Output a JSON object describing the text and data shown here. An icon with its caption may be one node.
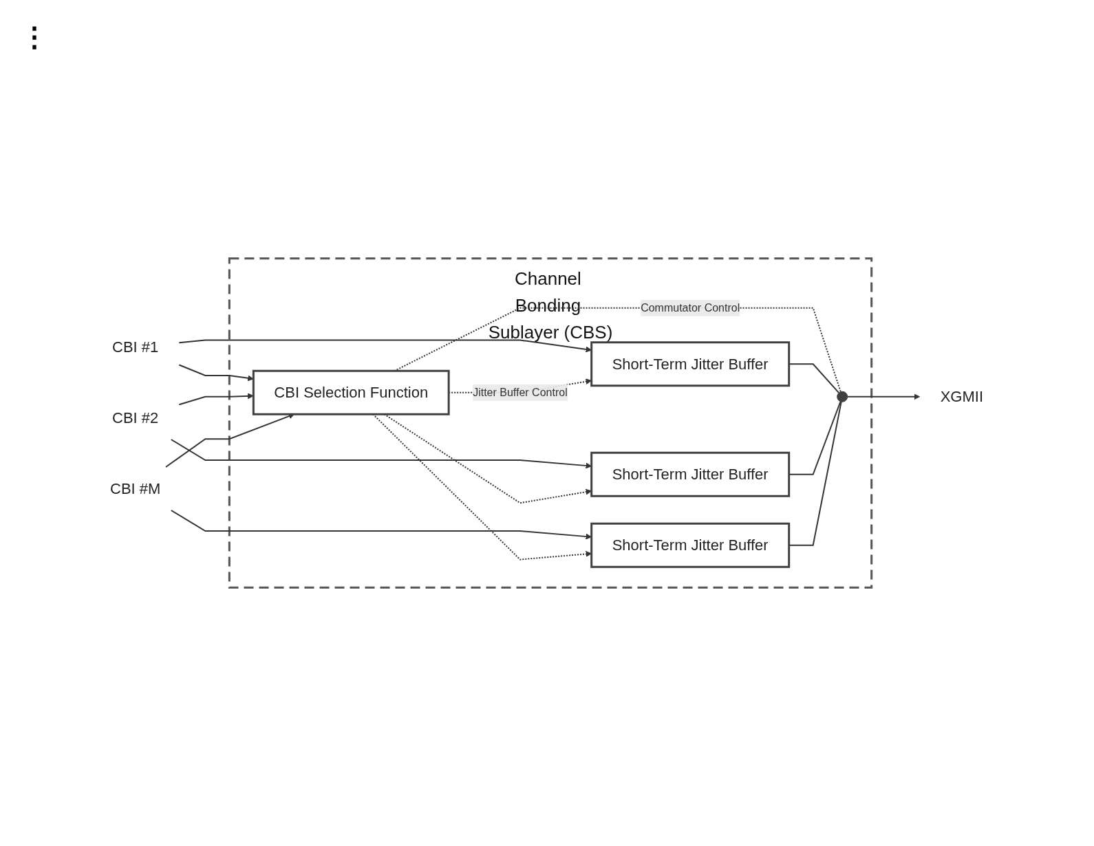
{
  "diagram": {
    "nodes": [
      {
        "text": [
          "Channel Bonding Sublayer (CBS)"
        ]
      },
      {
        "text": [
          "CBI Selection Function"
        ],
        "in": 0
      },
      {
        "text": [
          "Short-Term Jitter Buffer"
        ],
        "in": 0
      },
      {
        "text": [
          "Short-Term Jitter Buffer"
        ],
        "in": 0
      },
      {
        "text": [
          "Short-Term Jitter Buffer"
        ],
        "in": 0
      },
      {
        "text": [],
        "shape": "switch",
        "in": 0
      },
      {
        "text": [
          "CBI #1"
        ]
      },
      {
        "text": [
          "CBI #2"
        ]
      },
      {
        "text": [
          "CBI #M"
        ]
      },
      {
        "text": [
          "XGMII"
        ]
      }
    ],
    "edges": [
      {
        "from": 6,
        "to": 1,
        "arrow": "to"
      },
      {
        "from": 6,
        "to": 2,
        "arrow": "to"
      },
      {
        "from": 7,
        "to": 1,
        "arrow": "to"
      },
      {
        "from": 7,
        "to": 3,
        "arrow": "to"
      },
      {
        "from": 8,
        "to": 1,
        "arrow": "to"
      },
      {
        "from": 8,
        "to": 4,
        "arrow": "to"
      },
      {
        "from": 1,
        "to": 2,
        "arrow": "to",
        "style": "dashed",
        "label": "Jitter Buffer Control"
      },
      {
        "from": 1,
        "to": 3,
        "arrow": "to",
        "style": "dashed"
      },
      {
        "from": 1,
        "to": 4,
        "arrow": "to",
        "style": "dashed"
      },
      {
        "from": 1,
        "to": 5,
        "arrow": "none",
        "style": "dashed",
        "label": "Commutator Control"
      },
      {
        "from": 2,
        "to": 5,
        "arrow": "none"
      },
      {
        "from": 3,
        "to": 5,
        "arrow": "none"
      },
      {
        "from": 4,
        "to": 5,
        "arrow": "none"
      },
      {
        "from": 5,
        "to": 9,
        "arrow": "to"
      }
    ],
    "labels": [
      "⋮"
    ]
  }
}
